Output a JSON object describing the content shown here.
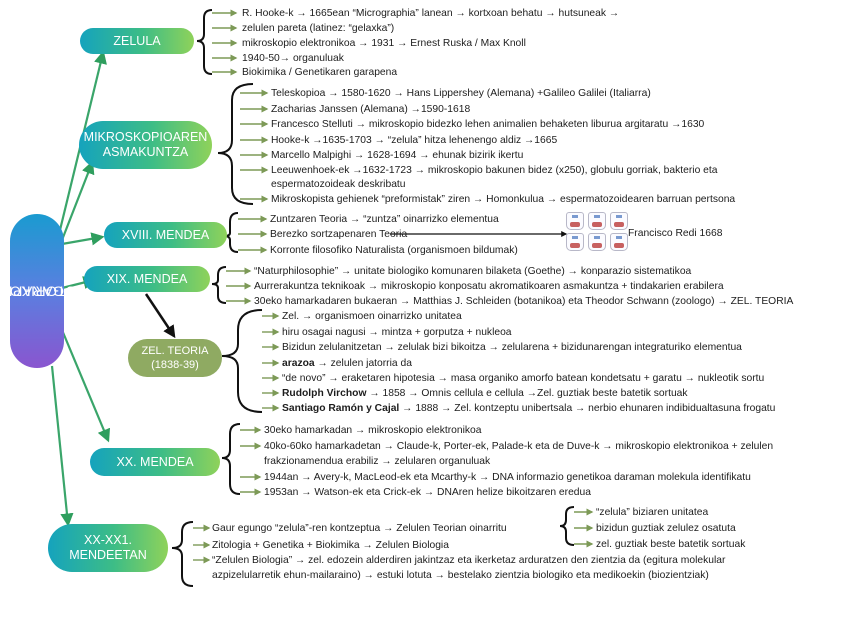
{
  "root": {
    "label_line1": "GARAPEN",
    "label_line2": "HISTORIKOA"
  },
  "sections": [
    {
      "id": "zelula",
      "label": "ZELULA",
      "items": [
        "R. Hooke-k → 1665ean “Micrographia” lanean → kortxoan behatu → hutsuneak →",
        "zelulen pareta (latinez: “gelaxka”)",
        "mikroskopio elektronikoa → 1931 → Ernest Ruska / Max Knoll",
        "1940-50→ organuluak",
        "Biokimika / Genetikaren garapena"
      ]
    },
    {
      "id": "mikroskopio",
      "label_line1": "MIKROSKOPIOAREN",
      "label_line2": "ASMAKUNTZA",
      "items": [
        "Teleskopioa → 1580-1620 →  Hans Lippershey (Alemana) +Galileo Galilei (Italiarra)",
        "Zacharias Janssen (Alemana) →1590-1618",
        " Francesco Stelluti  → mikroskopio bidezko lehen animalien behaketen liburua argitaratu  →1630",
        "Hooke-k →1635-1703 →  “zelula” hitza lehenengo aldiz  →1665",
        "Marcello Malpighi → 1628-1694 → ehunak bizirik ikertu",
        "Leeuwenhoek-ek →1632-1723 → mikroskopio bakunen bidez (x250), globulu gorriak, bakterio eta",
        "espermatozoideak deskribatu",
        "Mikroskopista gehienek “preformistak” ziren → Homonkulua → espermatozoidearen barruan pertsona"
      ]
    },
    {
      "id": "xviii",
      "label": "XVIII. MENDEA",
      "items": [
        "Zuntzaren Teoria → “zuntza” oinarrizko elementua",
        "Berezko sortzapenaren Teoria",
        "Korronte filosofiko Naturalista (organismoen bildumak)"
      ],
      "redi_label": "Francisco Redi 1668"
    },
    {
      "id": "xix",
      "label": "XIX. MENDEA",
      "items": [
        "“Naturphilosophie” → unitate biologiko komunaren bilaketa (Goethe) →  konparazio sistematikoa",
        "Aurrerakuntza teknikoak →  mikroskopio konposatu akromatikoaren asmakuntza + tindakarien erabilera",
        "30eko hamarkadaren bukaeran →  Matthias J. Schleiden (botanikoa) eta Theodor Schwann (zoologo)  → ZEL. TEORIA"
      ]
    },
    {
      "id": "zelteoria",
      "label_line1": "ZEL. TEORIA",
      "label_line2": "(1838-39)",
      "items": [
        {
          "bold": "",
          "text": "Zel. →  organismoen oinarrizko unitatea"
        },
        {
          "bold": "",
          "text": "hiru osagai nagusi → mintza + gorputza + nukleoa"
        },
        {
          "bold": "",
          "text": "Bizidun zelulanitzetan → zelulak bizi bikoitza → zelularena + bizidunarengan integraturiko elementua"
        },
        {
          "bold": "arazoa",
          "text": " → zelulen jatorria da"
        },
        {
          "bold": "",
          "text": "“de novo” → eraketaren hipotesia → masa organiko amorfo batean kondetsatu + garatu → nukleotik sortu"
        },
        {
          "bold": "Rudolph Virchow",
          "text": " → 1858 → Omnis cellula e cellula →Zel. guztiak beste  batetik sortuak"
        },
        {
          "bold": "Santiago Ramón y Cajal",
          "text": " → 1888 → Zel. kontzeptu unibertsala →  nerbio ehunaren indibidualtasuna frogatu"
        }
      ]
    },
    {
      "id": "xx",
      "label": "XX. MENDEA",
      "items": [
        "30eko hamarkadan  →  mikroskopio elektronikoa",
        "40ko-60ko hamarkadetan  →  Claude-k, Porter-ek, Palade-k eta de Duve-k → mikroskopio elektronikoa + zelulen",
        "frakzionamendua erabiliz →  zelularen organuluak",
        "1944an  →  Avery-k, MacLeod-ek eta Mcarthy-k  →  DNA informazio genetikoa daraman molekula  identifikatu",
        "1953an  →  Watson-ek eta Crick-ek  → DNAren helize bikoitzaren eredua"
      ]
    },
    {
      "id": "xxxxi",
      "label_line1": "XX-XX1.",
      "label_line2": "MENDEETAN",
      "items": [
        "Gaur egungo “zelula”-ren kontzeptua → Zelulen Teorian oinarritu",
        "Zitologia + Genetika + Biokimika → Zelulen Biologia",
        "“Zelulen Biologia” → zel. edozein alderdiren jakintzaz eta ikerketaz arduratzen den zientzia da (egitura molekular",
        "azpizelularretik ehun-mailaraino) → estuki lotuta → bestelako zientzia biologiko eta medikoekin (biozientziak)"
      ],
      "sub_items": [
        "“zelula” biziaren unitatea",
        "bizidun guztiak zelulez osatuta",
        "zel. guztiak beste batetik sortuak"
      ]
    }
  ]
}
